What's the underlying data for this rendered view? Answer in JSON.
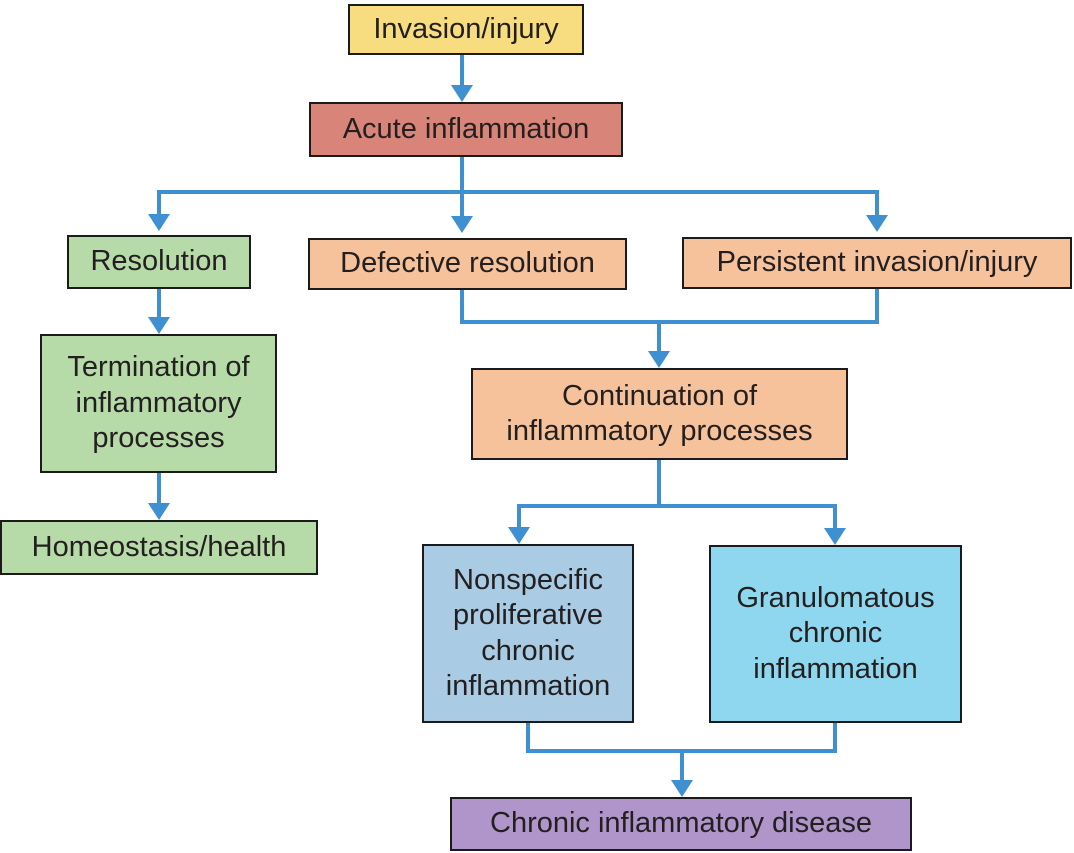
{
  "diagram": {
    "type": "flowchart",
    "nodes": {
      "invasion_injury": {
        "label": "Invasion/injury",
        "fill": "#f7dc80"
      },
      "acute_inflammation": {
        "label": "Acute inflammation",
        "fill": "#d98478"
      },
      "resolution": {
        "label": "Resolution",
        "fill": "#b7dba8"
      },
      "defective_resolution": {
        "label": "Defective resolution",
        "fill": "#f5c29b"
      },
      "persistent_invasion_injury": {
        "label": "Persistent invasion/injury",
        "fill": "#f5c29b"
      },
      "termination": {
        "label": "Termination of inflammatory processes",
        "fill": "#b7dba8"
      },
      "homeostasis_health": {
        "label": "Homeostasis/health",
        "fill": "#b7dba8"
      },
      "continuation": {
        "label": "Continuation of inflammatory processes",
        "fill": "#f5c29b"
      },
      "nonspecific_proliferative": {
        "label": "Nonspecific proliferative chronic inflammation",
        "fill": "#a9cbe3"
      },
      "granulomatous": {
        "label": "Granulomatous chronic inflammation",
        "fill": "#8fd7ee"
      },
      "chronic_inflammatory_disease": {
        "label": "Chronic inflammatory disease",
        "fill": "#af95c9"
      }
    },
    "edges": [
      {
        "from": "invasion_injury",
        "to": "acute_inflammation"
      },
      {
        "from": "acute_inflammation",
        "to": "resolution"
      },
      {
        "from": "acute_inflammation",
        "to": "defective_resolution"
      },
      {
        "from": "acute_inflammation",
        "to": "persistent_invasion_injury"
      },
      {
        "from": "resolution",
        "to": "termination"
      },
      {
        "from": "termination",
        "to": "homeostasis_health"
      },
      {
        "from": "defective_resolution",
        "to": "continuation"
      },
      {
        "from": "persistent_invasion_injury",
        "to": "continuation"
      },
      {
        "from": "continuation",
        "to": "nonspecific_proliferative"
      },
      {
        "from": "continuation",
        "to": "granulomatous"
      },
      {
        "from": "nonspecific_proliferative",
        "to": "chronic_inflammatory_disease"
      },
      {
        "from": "granulomatous",
        "to": "chronic_inflammatory_disease"
      }
    ],
    "colors": {
      "background": "#ffffff",
      "box_border": "#1b1b1b",
      "text": "#231f20",
      "arrow": "#3f90d1",
      "yellow": "#f7dc80",
      "salmon": "#d98478",
      "green": "#b7dba8",
      "peach": "#f5c29b",
      "steel_blue": "#a9cbe3",
      "cyan": "#8fd7ee",
      "purple": "#af95c9"
    }
  }
}
